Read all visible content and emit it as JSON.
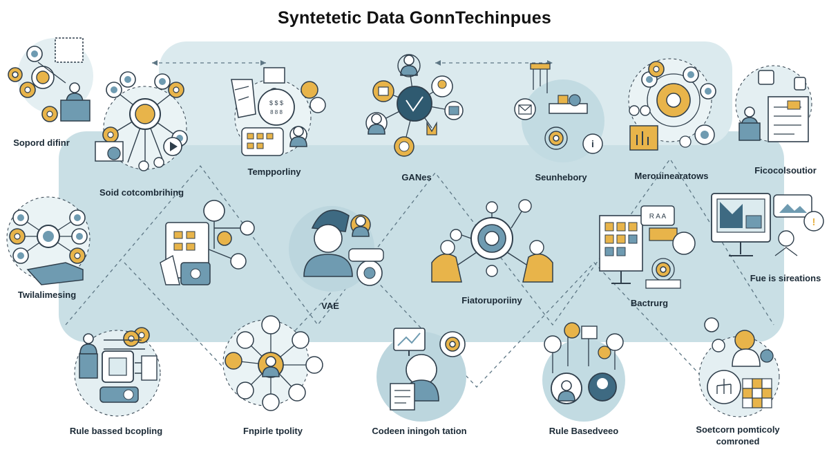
{
  "title": "Syntetetic Data GonnTechinpues",
  "labels": {
    "sopord_difinr": "Sopord difinr",
    "soid_cotcombrihing": "Soid cotcombrihing",
    "temppporliny": "Tempporliny",
    "ganes": "GANes",
    "seunhebory": "Seunhebory",
    "merouinearatows": "Merouinearatows",
    "ficocolsoutior": "Ficocolsoutior",
    "twilalimesing": "Twilalimesing",
    "vae": "VAE",
    "fiatoruporiiny": "Fiatoruporiiny",
    "bactrurg": "Bactrurg",
    "fue_is_sireations": "Fue is sireations",
    "rule_bassed_bcopling": "Rule bassed bcopling",
    "fnpirle_tpolity": "Fnpirle tpolity",
    "codeen_iningoh_tation": "Codeen iningoh tation",
    "rule_basedveeo": "Rule Basedveeo",
    "soetcorn_pomticoly_comroned": "Soetcorn pomticoly comroned"
  },
  "colors": {
    "band": "#c7dde3",
    "band_dark": "#b6d2da",
    "line": "#2f3e4b",
    "accent": "#e8b44a",
    "blue": "#6f9bb1",
    "light": "#dcebef"
  },
  "icons": [
    "network-hub-icon",
    "gear-cluster-icon",
    "document-icon",
    "people-icon",
    "monitor-chart-icon",
    "settings-icon",
    "user-avatar-icon",
    "building-icon"
  ]
}
